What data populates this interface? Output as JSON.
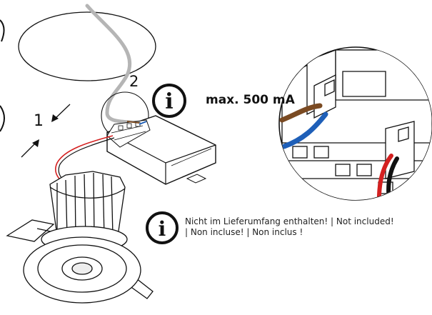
{
  "labels": {
    "step_1": "1",
    "step_2": "2",
    "max_current": "max. 500 mA",
    "not_included": "Nicht im Lieferumfang enthalten! | Not included! | Non incluse! | Non inclus !"
  },
  "icons": {
    "info_large": "info-icon",
    "info_small": "info-icon",
    "arrow_in": "arrow-icon",
    "arrow_out": "arrow-icon"
  },
  "colors": {
    "line": "#111111",
    "wire_brown": "#7a4a22",
    "wire_blue": "#1e5fb8",
    "wire_red": "#d42020",
    "wire_black": "#111111",
    "cable_grey": "#b5b5b5"
  }
}
